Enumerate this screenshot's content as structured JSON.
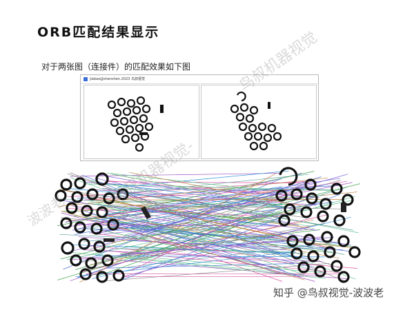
{
  "slide": {
    "title": "ORB匹配结果显示",
    "subtitle": "对于两张图（连接件）的匹配效果如下图"
  },
  "window": {
    "title": "jiabao@shenshen.2023 鸟叔视觉"
  },
  "watermark": {
    "text_top": "鸟叔机器视觉",
    "text_mid": "鸟叔机器视觉-",
    "text_side": "波波老"
  },
  "credit": "知乎 @鸟叔视觉-波波老"
}
